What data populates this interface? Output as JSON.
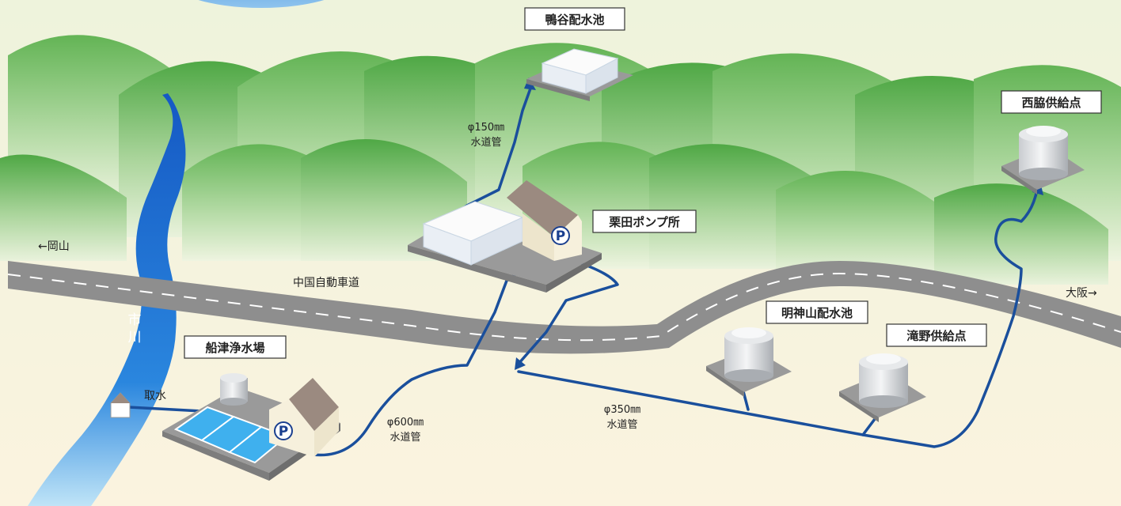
{
  "colors": {
    "pipe": "#1a4f9c",
    "hill_green": "#59b04a",
    "ground": "#f6edd4",
    "road": "#8c8c8c",
    "river": "#1d6fd0",
    "basin_water": "#3fb0ee"
  },
  "facilities": {
    "kamodani": "鴨谷配水池",
    "kurida": "栗田ポンプ所",
    "nishiwaki": "西脇供給点",
    "myojinyama": "明神山配水池",
    "takino": "滝野供給点",
    "funatsu": "船津浄水場"
  },
  "directions": {
    "okayama": "←岡山",
    "osaka": "大阪→"
  },
  "road_name": "中国自動車道",
  "river_name": [
    "市",
    "川"
  ],
  "intake": "取水",
  "pump_symbol": "P",
  "pipes": {
    "p150": {
      "diameter": "φ150㎜",
      "kind": "水道管"
    },
    "p600": {
      "diameter": "φ600㎜",
      "kind": "水道管"
    },
    "p350": {
      "diameter": "φ350㎜",
      "kind": "水道管"
    }
  },
  "icons": [
    "water-tank-icon",
    "pump-station-icon",
    "water-reservoir-icon",
    "intake-house-icon"
  ]
}
